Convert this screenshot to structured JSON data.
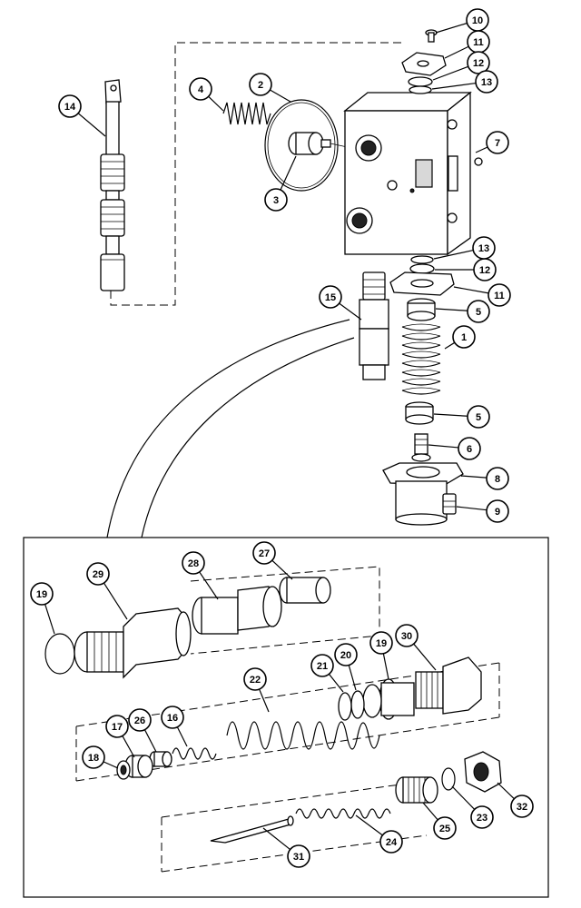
{
  "diagram": {
    "callouts": [
      {
        "id": "c1",
        "label": "1"
      },
      {
        "id": "c2",
        "label": "2"
      },
      {
        "id": "c3",
        "label": "3"
      },
      {
        "id": "c4",
        "label": "4"
      },
      {
        "id": "c5a",
        "label": "5"
      },
      {
        "id": "c5b",
        "label": "5"
      },
      {
        "id": "c6",
        "label": "6"
      },
      {
        "id": "c7",
        "label": "7"
      },
      {
        "id": "c8",
        "label": "8"
      },
      {
        "id": "c9",
        "label": "9"
      },
      {
        "id": "c10",
        "label": "10"
      },
      {
        "id": "c11a",
        "label": "11"
      },
      {
        "id": "c11b",
        "label": "11"
      },
      {
        "id": "c12a",
        "label": "12"
      },
      {
        "id": "c12b",
        "label": "12"
      },
      {
        "id": "c13a",
        "label": "13"
      },
      {
        "id": "c13b",
        "label": "13"
      },
      {
        "id": "c14",
        "label": "14"
      },
      {
        "id": "c15",
        "label": "15"
      },
      {
        "id": "c16",
        "label": "16"
      },
      {
        "id": "c17",
        "label": "17"
      },
      {
        "id": "c18",
        "label": "18"
      },
      {
        "id": "c19a",
        "label": "19"
      },
      {
        "id": "c19b",
        "label": "19"
      },
      {
        "id": "c20",
        "label": "20"
      },
      {
        "id": "c21",
        "label": "21"
      },
      {
        "id": "c22",
        "label": "22"
      },
      {
        "id": "c23",
        "label": "23"
      },
      {
        "id": "c24",
        "label": "24"
      },
      {
        "id": "c25",
        "label": "25"
      },
      {
        "id": "c26",
        "label": "26"
      },
      {
        "id": "c27",
        "label": "27"
      },
      {
        "id": "c28",
        "label": "28"
      },
      {
        "id": "c29",
        "label": "29"
      },
      {
        "id": "c30",
        "label": "30"
      },
      {
        "id": "c31",
        "label": "31"
      },
      {
        "id": "c32",
        "label": "32"
      }
    ]
  }
}
